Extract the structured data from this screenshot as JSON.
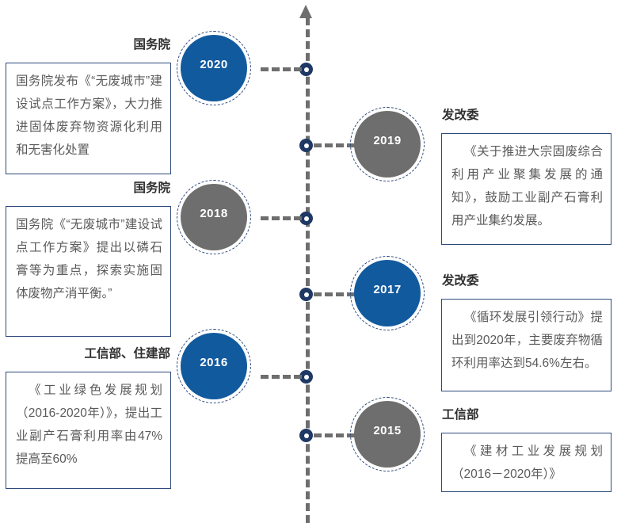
{
  "colors": {
    "axis": "#6E6E6E",
    "node": "#1F3864",
    "circle_blue": "#125A9E",
    "circle_gray": "#6E6E6E",
    "card_border": "#2E4A7D",
    "body_text": "#5A5A5A",
    "title_text": "#2F2F2F"
  },
  "axis": {
    "arrow_icon": "arrow-up-icon",
    "direction": "up"
  },
  "entries": [
    {
      "year": "2020",
      "side": "left",
      "circle_color": "blue",
      "org": "国务院",
      "text": "国务院发布《“无废城市”建设试点工作方案》，大力推进固体废弃物资源化利用和无害化处置"
    },
    {
      "year": "2019",
      "side": "right",
      "circle_color": "gray",
      "org": "发改委",
      "text": "《关于推进大宗固废综合利用产业聚集发展的通知》，鼓励工业副产石膏利用产业集约发展。"
    },
    {
      "year": "2018",
      "side": "left",
      "circle_color": "gray",
      "org": "国务院",
      "text": "国务院《“无废城市”建设试点工作方案》提出以磷石膏等为重点，探索实施固体废物产消平衡。”"
    },
    {
      "year": "2017",
      "side": "right",
      "circle_color": "blue",
      "org": "发改委",
      "text": "《循环发展引领行动》提出到2020年，主要废弃物循环利用率达到54.6%左右。"
    },
    {
      "year": "2016",
      "side": "left",
      "circle_color": "blue",
      "org": "工信部、住建部",
      "text": "《工业绿色发展规划（2016-2020年）》，提出工业副产石膏利用率由47%提高至60%"
    },
    {
      "year": "2015",
      "side": "right",
      "circle_color": "gray",
      "org": "工信部",
      "text": "《建材工业发展规划（2016－2020年）》"
    }
  ]
}
